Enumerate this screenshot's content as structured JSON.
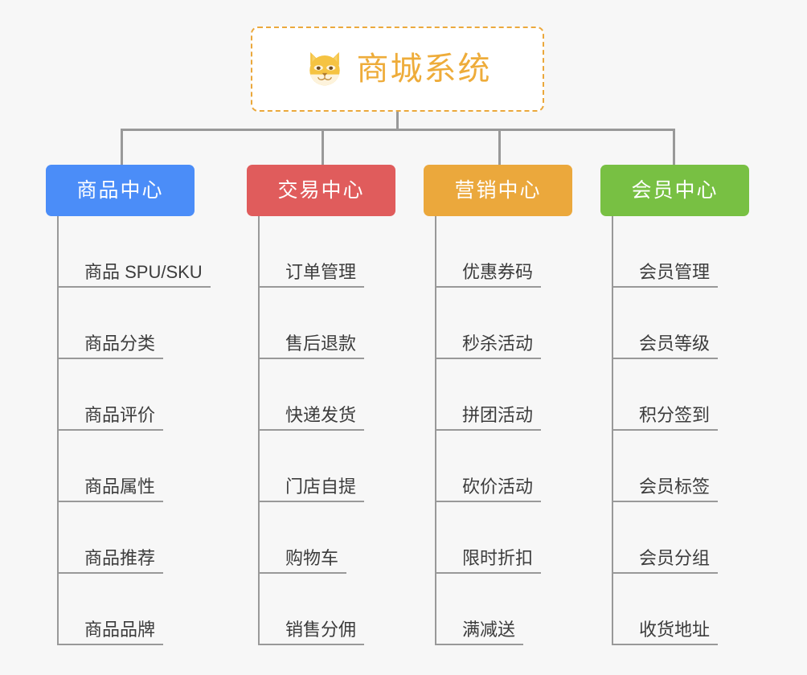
{
  "background_color": "#f7f7f7",
  "root": {
    "title": "商城系统",
    "icon": "dog-face-icon",
    "text_color": "#eeac3a",
    "border_color": "#eba83c",
    "background": "#ffffff"
  },
  "connector": {
    "color": "#999999"
  },
  "categories": [
    {
      "label": "商品中心",
      "color": "#4b8df8",
      "items": [
        "商品 SPU/SKU",
        "商品分类",
        "商品评价",
        "商品属性",
        "商品推荐",
        "商品品牌"
      ]
    },
    {
      "label": "交易中心",
      "color": "#e05c5c",
      "items": [
        "订单管理",
        "售后退款",
        "快递发货",
        "门店自提",
        "购物车",
        "销售分佣"
      ]
    },
    {
      "label": "营销中心",
      "color": "#eba83c",
      "items": [
        "优惠券码",
        "秒杀活动",
        "拼团活动",
        "砍价活动",
        "限时折扣",
        "满减送"
      ]
    },
    {
      "label": "会员中心",
      "color": "#78c043",
      "items": [
        "会员管理",
        "会员等级",
        "积分签到",
        "会员标签",
        "会员分组",
        "收货地址"
      ]
    }
  ]
}
